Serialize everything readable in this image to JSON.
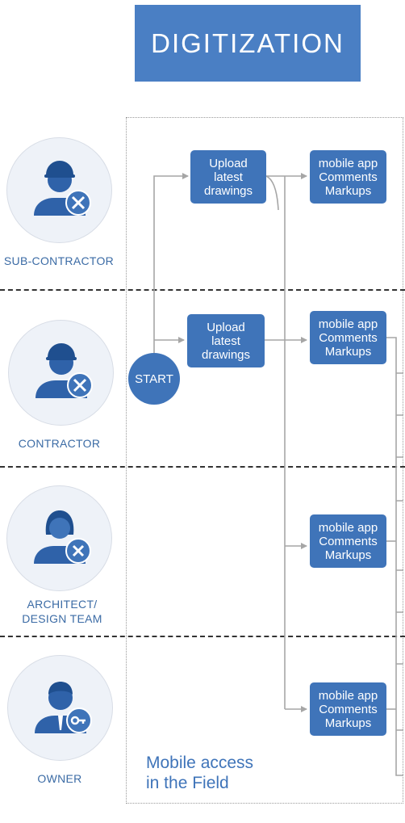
{
  "title": "DIGITIZATION",
  "roles": [
    {
      "label_lines": [
        "SUB-CONTRACTOR"
      ],
      "icon": "worker-helmet-tools-icon"
    },
    {
      "label_lines": [
        "CONTRACTOR"
      ],
      "icon": "worker-helmet-tools-icon"
    },
    {
      "label_lines": [
        "ARCHITECT/",
        "DESIGN TEAM"
      ],
      "icon": "woman-x-badge-icon"
    },
    {
      "label_lines": [
        "OWNER"
      ],
      "icon": "businessman-key-icon"
    }
  ],
  "start": {
    "label": "START"
  },
  "upload_nodes": [
    {
      "lines": [
        "Upload",
        "latest",
        "drawings"
      ]
    },
    {
      "lines": [
        "Upload",
        "latest",
        "drawings"
      ]
    }
  ],
  "app_nodes": [
    {
      "lines": [
        "mobile app",
        "Comments",
        "Markups"
      ]
    },
    {
      "lines": [
        "mobile app",
        "Comments",
        "Markups"
      ]
    },
    {
      "lines": [
        "mobile app",
        "Comments",
        "Markups"
      ]
    },
    {
      "lines": [
        "mobile app",
        "Comments",
        "Markups"
      ]
    }
  ],
  "caption": [
    "Mobile access",
    "in the Field"
  ],
  "colors": {
    "accent": "#3f74b9",
    "title_bg": "#4a7fc4",
    "label": "#3b6ba5",
    "connector": "#a6a6a6",
    "icon_blue": "#2f62a9",
    "icon_dark": "#1f4f8f"
  }
}
